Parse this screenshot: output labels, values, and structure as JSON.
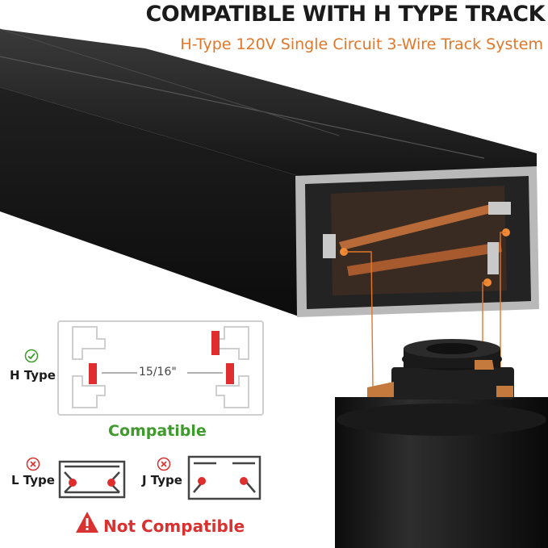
{
  "header": {
    "title": "COMPATIBLE WITH H TYPE TRACK",
    "subtitle": "H-Type 120V Single Circuit 3-Wire Track System"
  },
  "h_type": {
    "label": "H Type",
    "status_icon": "check-circle-icon",
    "dimension": "15/16\"",
    "verdict": "Compatible"
  },
  "l_type": {
    "label": "L Type",
    "status_icon": "x-circle-icon"
  },
  "j_type": {
    "label": "J Type",
    "status_icon": "x-circle-icon"
  },
  "warning": {
    "icon": "warning-triangle-icon",
    "text": "Not Compatible"
  },
  "colors": {
    "accent": "#e0772a",
    "compatible": "#3e9a2b",
    "incompatible": "#d93030",
    "track": "#1c1c1c"
  }
}
